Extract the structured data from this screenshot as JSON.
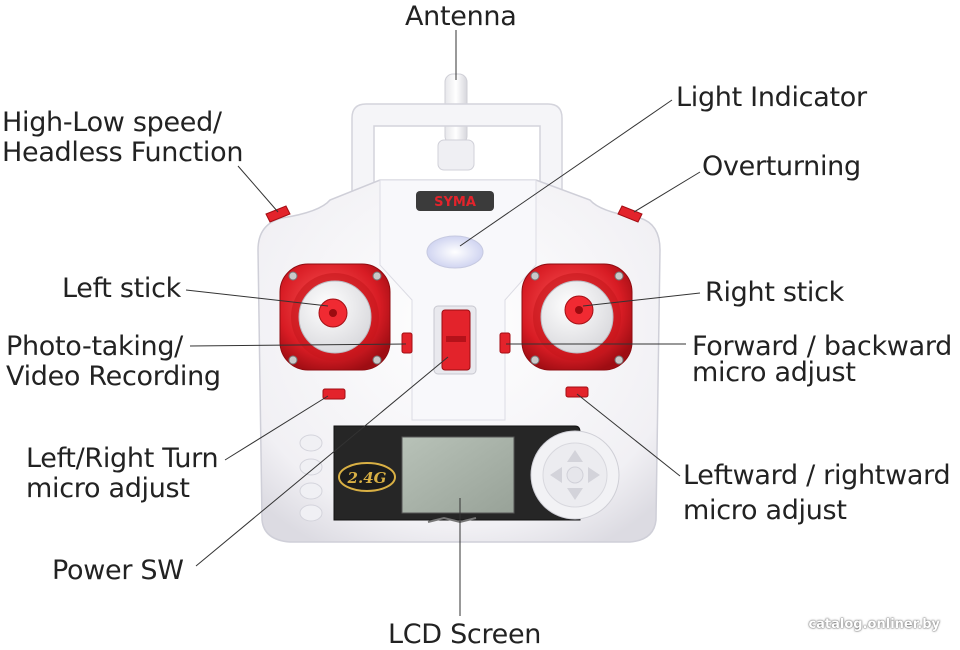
{
  "labels": {
    "antenna": "Antenna",
    "light_indicator": "Light Indicator",
    "speed_line1": "High-Low speed/",
    "speed_line2": "Headless Function",
    "overturning": "Overturning",
    "left_stick": "Left stick",
    "right_stick": "Right stick",
    "photo_line1": "Photo-taking/",
    "photo_line2": "Video Recording",
    "forward_line1": "Forward / backward",
    "forward_line2": "micro adjust",
    "turn_line1": "Left/Right Turn",
    "turn_line2": "micro adjust",
    "leftward_line1": "Leftward / rightward",
    "leftward_line2": "micro adjust",
    "power_sw": "Power SW",
    "lcd_screen": "LCD Screen"
  },
  "device": {
    "brand": "SYMA",
    "frequency_badge": "2.4G"
  },
  "watermark": "catalog.onliner.by",
  "colors": {
    "body": "#f6f6f8",
    "accent_red": "#e3232b",
    "dark_panel": "#2a2a2a",
    "lcd": "#a8b3a8",
    "gold": "#d9b044"
  }
}
